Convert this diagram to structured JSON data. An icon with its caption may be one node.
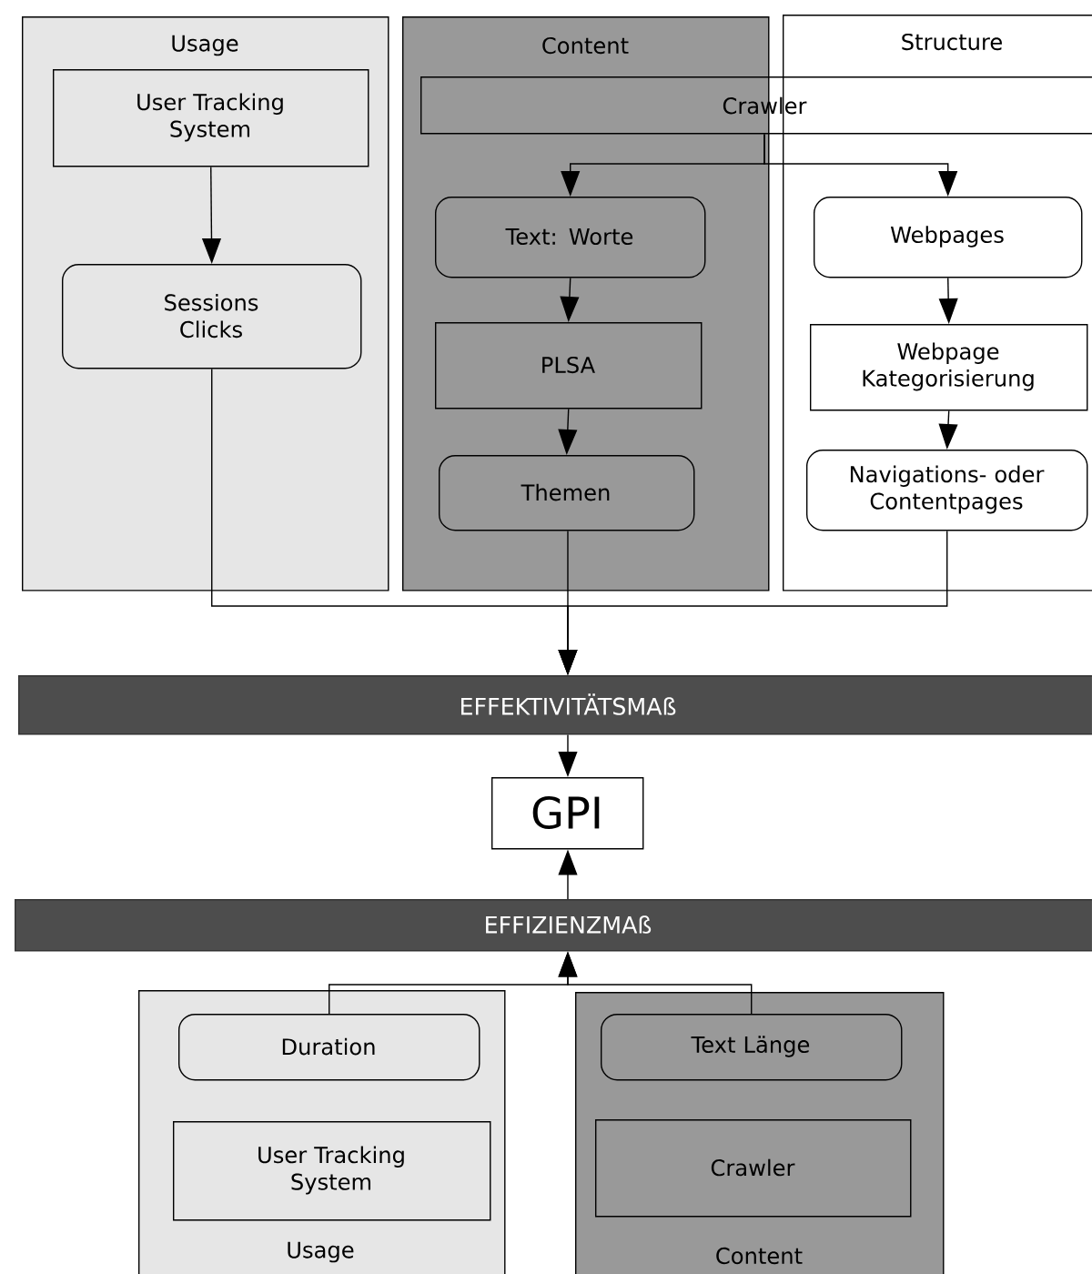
{
  "diagram": {
    "nodes": [
      {
        "text": [
          "Usage"
        ]
      },
      {
        "text": [
          "User Tracking System"
        ],
        "in": 0
      },
      {
        "text": [
          "Sessions Clicks"
        ],
        "in": 0
      },
      {
        "text": [
          "Content"
        ]
      },
      {
        "text": [
          "Crawler"
        ]
      },
      {
        "text": [
          "Text: Worte"
        ],
        "in": 3
      },
      {
        "text": [
          "PLSA"
        ],
        "in": 3
      },
      {
        "text": [
          "Themen"
        ],
        "in": 3
      },
      {
        "text": [
          "Structure"
        ]
      },
      {
        "text": [
          "Webpages"
        ],
        "in": 8
      },
      {
        "text": [
          "Webpage Kategorisierung"
        ],
        "in": 8
      },
      {
        "text": [
          "Navigations- oder Contentpages"
        ],
        "in": 8
      },
      {
        "text": [
          "EFFEKTIVITÄTSMAß"
        ]
      },
      {
        "text": [
          "GPI"
        ]
      },
      {
        "text": [
          "EFFIZIENZMAß"
        ]
      },
      {
        "text": [
          "Usage"
        ]
      },
      {
        "text": [
          "Duration"
        ],
        "in": 15
      },
      {
        "text": [
          "User Tracking System"
        ],
        "in": 15
      },
      {
        "text": [
          "Content"
        ]
      },
      {
        "text": [
          "Text Länge"
        ],
        "in": 18
      },
      {
        "text": [
          "Crawler"
        ],
        "in": 18
      }
    ],
    "edges": [
      {
        "from": 1,
        "to": 2,
        "arrow": "to"
      },
      {
        "from": 4,
        "to": 5,
        "arrow": "to"
      },
      {
        "from": 4,
        "to": 9,
        "arrow": "to"
      },
      {
        "from": 5,
        "to": 6,
        "arrow": "to"
      },
      {
        "from": 6,
        "to": 7,
        "arrow": "to"
      },
      {
        "from": 9,
        "to": 10,
        "arrow": "to"
      },
      {
        "from": 10,
        "to": 11,
        "arrow": "to"
      },
      {
        "from": 2,
        "to": 12,
        "arrow": "to"
      },
      {
        "from": 7,
        "to": 12,
        "arrow": "to"
      },
      {
        "from": 11,
        "to": 12,
        "arrow": "to"
      },
      {
        "from": 12,
        "to": 13,
        "arrow": "to"
      },
      {
        "from": 14,
        "to": 13,
        "arrow": "to"
      },
      {
        "from": 16,
        "to": 14,
        "arrow": "to"
      },
      {
        "from": 19,
        "to": 14,
        "arrow": "to"
      }
    ]
  }
}
